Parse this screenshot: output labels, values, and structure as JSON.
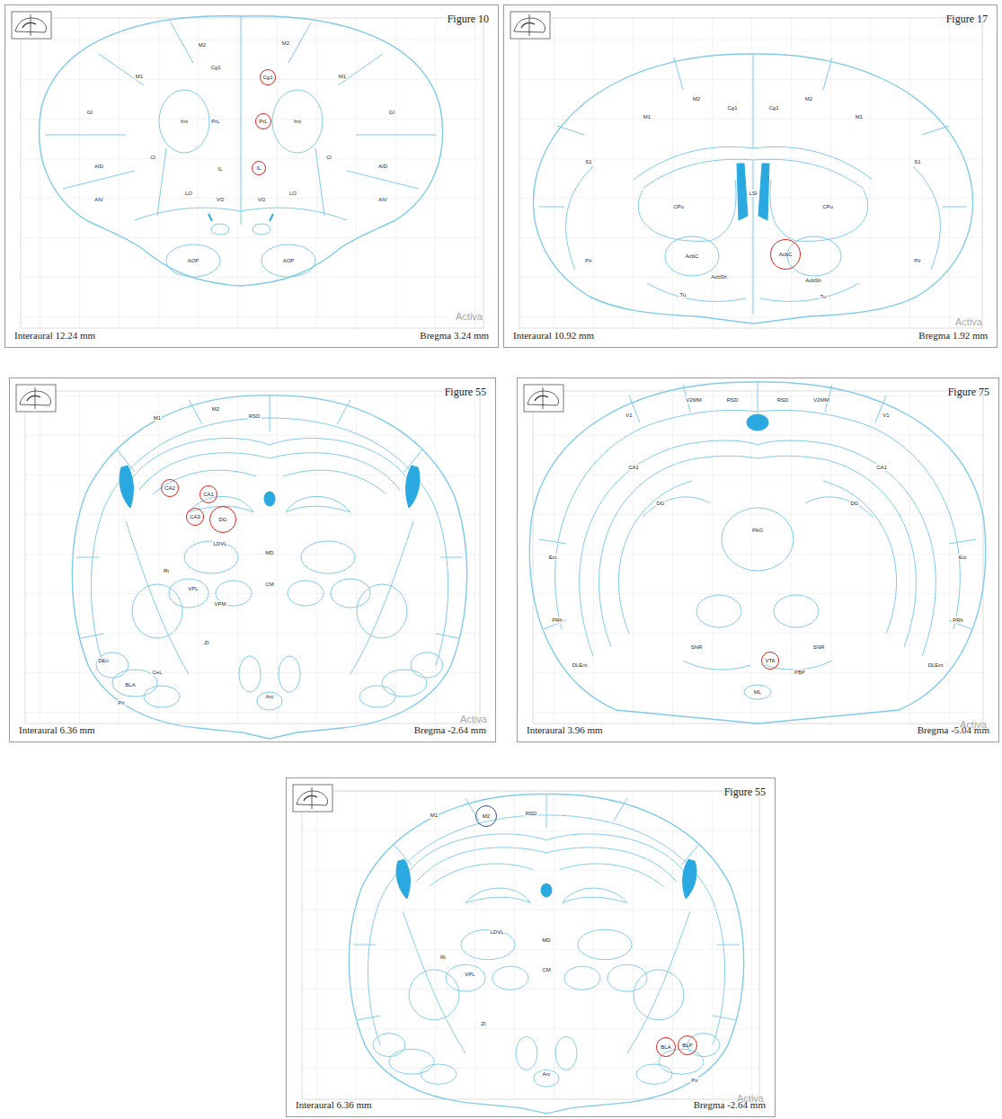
{
  "diagram": {
    "nodes": [
      {
        "text": [
          "Figure 10",
          "Interaural 12.24 mm",
          "Bregma 3.24 mm"
        ]
      },
      {
        "text": [
          "Cg1"
        ],
        "in": 0
      },
      {
        "text": [
          "PrL"
        ],
        "in": 0
      },
      {
        "text": [
          "IL"
        ],
        "in": 0
      },
      {
        "text": [
          "Figure 17",
          "Interaural 10.92 mm",
          "Bregma 1.92 mm"
        ]
      },
      {
        "text": [
          "AcbC"
        ],
        "in": 4
      },
      {
        "text": [
          "Figure 55",
          "Interaural 6.36 mm",
          "Bregma -2.64 mm"
        ]
      },
      {
        "text": [
          "CA2"
        ],
        "in": 6
      },
      {
        "text": [
          "CA1"
        ],
        "in": 6
      },
      {
        "text": [
          "CA3"
        ],
        "in": 6
      },
      {
        "text": [
          "DG"
        ],
        "in": 6
      },
      {
        "text": [
          "Figure 75",
          "Interaural 3.96 mm",
          "Bregma -5.04 mm"
        ]
      },
      {
        "text": [
          "VTA"
        ],
        "in": 11
      },
      {
        "text": [
          "Figure 55",
          "Interaural 6.36 mm",
          "Bregma -2.64 mm"
        ]
      },
      {
        "text": [
          "M2"
        ],
        "in": 13
      },
      {
        "text": [
          "BLA"
        ],
        "in": 13
      },
      {
        "text": [
          "BLP"
        ],
        "in": 13
      }
    ],
    "labels": [
      "M2",
      "M2",
      "M1",
      "M1",
      "Cg1",
      "PrL",
      "IL",
      "fmi",
      "fmi",
      "Cl",
      "Cl",
      "GI",
      "GI",
      "AID",
      "AID",
      "AIV",
      "AIV",
      "LO",
      "LO",
      "VO",
      "VO",
      "AOP",
      "AOP",
      "M2",
      "M2",
      "M1",
      "M1",
      "Cg1",
      "Cg1",
      "S1",
      "S1",
      "CPu",
      "CPu",
      "LSI",
      "AcbC",
      "AcbSh",
      "AcbSh",
      "Tu",
      "Tu",
      "Pir",
      "Pir",
      "M1",
      "M2",
      "RSD",
      "LDVL",
      "MD",
      "Rt",
      "CM",
      "VPL",
      "VPM",
      "ZI",
      "DEn",
      "CeL",
      "BLA",
      "Pir",
      "Arc",
      "V1",
      "V1",
      "V2MM",
      "V2MM",
      "RSD",
      "RSD",
      "CA1",
      "CA1",
      "DG",
      "DG",
      "PAG",
      "SNR",
      "SNR",
      "PBP",
      "ML",
      "Ect",
      "Ect",
      "PRh",
      "PRh",
      "DLEnt",
      "DLEnt",
      "M1",
      "RSD",
      "LDVL",
      "MD",
      "Rt",
      "CM",
      "VPL",
      "ZI",
      "Arc",
      "Pir",
      "Activa",
      "Activa",
      "Activa",
      "Activa",
      "Activa"
    ]
  }
}
